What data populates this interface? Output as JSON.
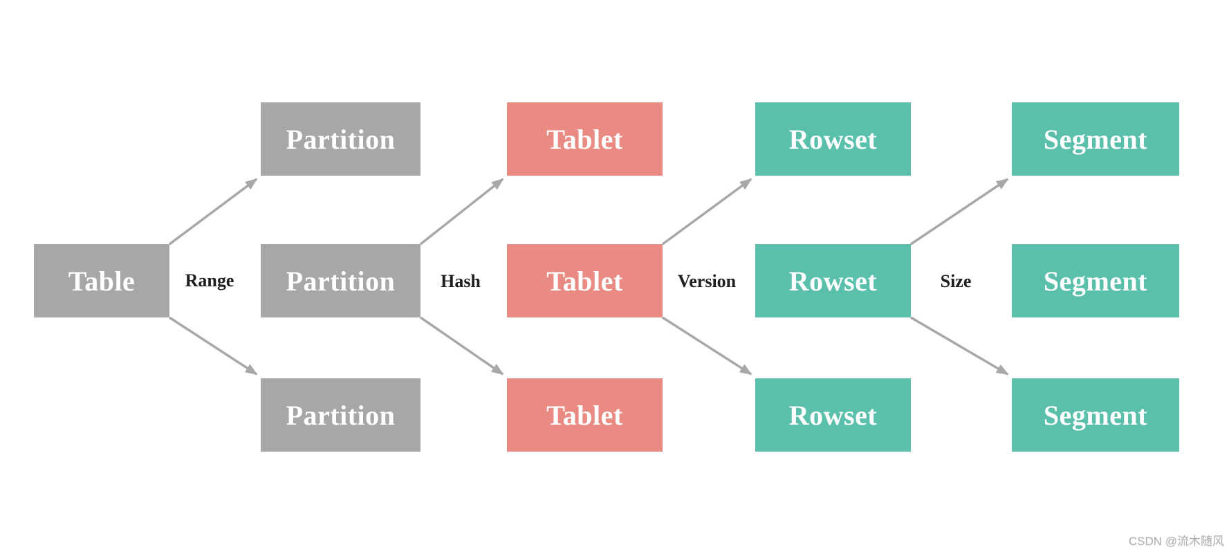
{
  "nodes": {
    "table": {
      "label": "Table"
    },
    "partitions": [
      {
        "label": "Partition"
      },
      {
        "label": "Partition"
      },
      {
        "label": "Partition"
      }
    ],
    "tablets": [
      {
        "label": "Tablet"
      },
      {
        "label": "Tablet"
      },
      {
        "label": "Tablet"
      }
    ],
    "rowsets": [
      {
        "label": "Rowset"
      },
      {
        "label": "Rowset"
      },
      {
        "label": "Rowset"
      }
    ],
    "segments": [
      {
        "label": "Segment"
      },
      {
        "label": "Segment"
      },
      {
        "label": "Segment"
      }
    ]
  },
  "edges": {
    "range": {
      "label": "Range"
    },
    "hash": {
      "label": "Hash"
    },
    "version": {
      "label": "Version"
    },
    "size": {
      "label": "Size"
    }
  },
  "watermark": {
    "text": "CSDN @流木随风"
  },
  "colors": {
    "gray_box": "#a7a7a7",
    "salmon_box": "#e98b83",
    "teal_box": "#5ac0ac",
    "arrow": "#a8a8a8",
    "edge_label_text": "#1f1f1f",
    "box_text": "#ffffff",
    "watermark_text": "#b0b0b0",
    "background": "#ffffff"
  }
}
